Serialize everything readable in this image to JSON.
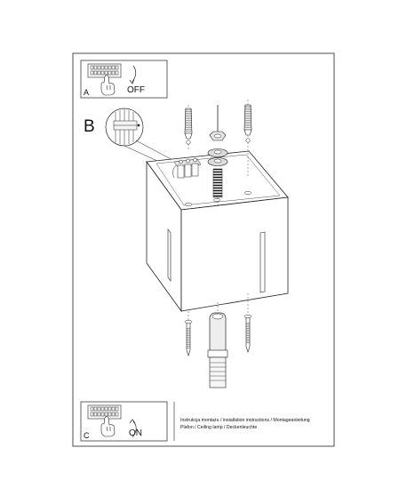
{
  "panel_a": {
    "letter": "A",
    "state": "OFF"
  },
  "panel_b": {
    "letter": "B"
  },
  "panel_c": {
    "letter": "C",
    "state": "ON"
  },
  "footer": {
    "line1": "Instrukcja montażu / installation instructions / Montageanleitung",
    "line2": "Plafon / Ceiling lamp / Deckenleuchte"
  }
}
